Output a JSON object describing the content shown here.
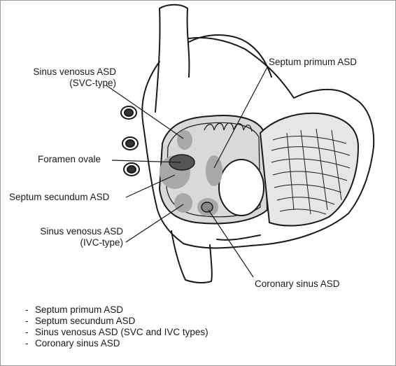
{
  "labels": {
    "sinus_venosus_svc_line1": "Sinus venosus ASD",
    "sinus_venosus_svc_line2": "(SVC-type)",
    "foramen_ovale": "Foramen ovale",
    "septum_secundum": "Septum secundum ASD",
    "sinus_venosus_ivc_line1": "Sinus venosus ASD",
    "sinus_venosus_ivc_line2": "(IVC-type)",
    "septum_primum": "Septum primum ASD",
    "coronary_sinus": "Coronary sinus ASD"
  },
  "legend": [
    "Septum primum ASD",
    "Septum secundum ASD",
    "Sinus venosus ASD (SVC and IVC types)",
    "Coronary sinus ASD"
  ],
  "colors": {
    "outline": "#1a1a1a",
    "septum_fill": "#d9d9d9",
    "defect_fill": "#a8a8a8",
    "foramen_fill": "#555555"
  }
}
